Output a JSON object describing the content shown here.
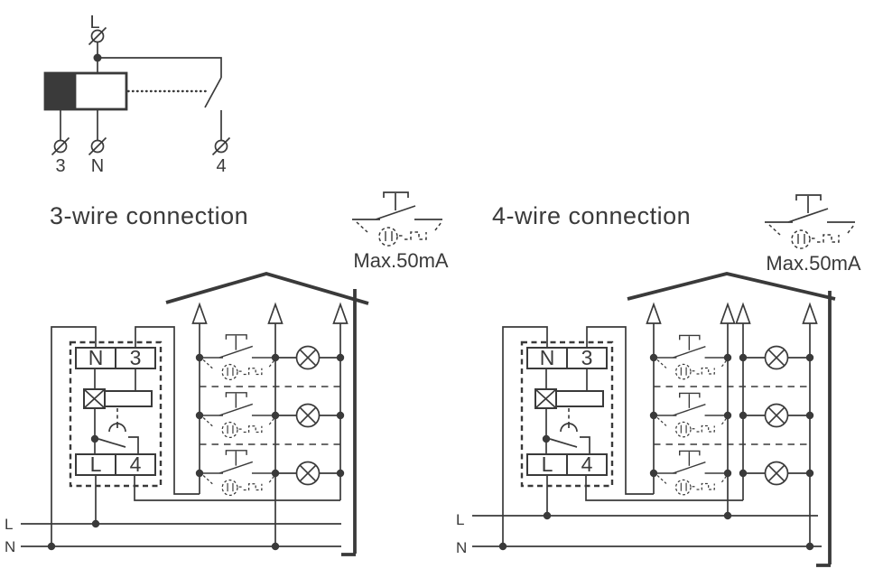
{
  "page": {
    "background": "#ffffff",
    "ink": "#3a3a3a"
  },
  "overview": {
    "terminal_live": "L",
    "terminal_3": "3",
    "terminal_neutral": "N",
    "terminal_4": "4"
  },
  "sections": [
    {
      "title": "3-wire connection",
      "button_rating": "Max.50mA",
      "device": {
        "top_left": "N",
        "top_right": "3",
        "bottom_left": "L",
        "bottom_right": "4"
      },
      "bus": {
        "live": "L",
        "neutral": "N"
      },
      "floors": 3,
      "lamps_per_floor": 1
    },
    {
      "title": "4-wire connection",
      "button_rating": "Max.50mA",
      "device": {
        "top_left": "N",
        "top_right": "3",
        "bottom_left": "L",
        "bottom_right": "4"
      },
      "bus": {
        "live": "L",
        "neutral": "N"
      },
      "floors": 3,
      "lamps_per_floor": 1
    }
  ]
}
